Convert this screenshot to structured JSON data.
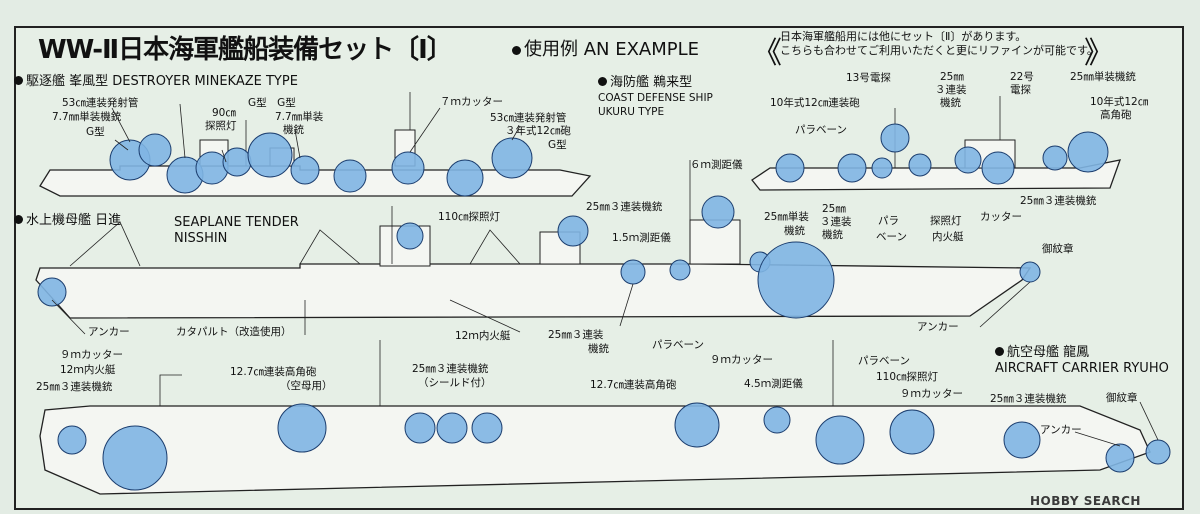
{
  "header": {
    "title": "WW-Ⅱ日本海軍艦船装備セット〔Ⅰ〕",
    "example_label": "使用例 AN EXAMPLE",
    "note_line1": "日本海軍艦船用には他にセット〔Ⅱ〕があります。",
    "note_line2": "こちらも合わせてご利用いただくと更にリファインが可能です。"
  },
  "ships": {
    "minekaze": {
      "title": "駆逐艦 峯風型 DESTROYER MINEKAZE TYPE"
    },
    "ukuru": {
      "title_jp": "海防艦 鵜来型",
      "title_en1": "COAST DEFENSE SHIP",
      "title_en2": "UKURU TYPE"
    },
    "nisshin": {
      "title_jp": "水上機母艦 日進",
      "title_en1": "SEAPLANE TENDER",
      "title_en2": "NISSHIN"
    },
    "ryuho": {
      "title_jp": "航空母艦 龍鳳",
      "title_en": "AIRCRAFT CARRIER RYUHO"
    }
  },
  "labels": {
    "mk_torp1": "53㎝連装発射管",
    "mk_mg1": "7.7㎜単装機銃",
    "mk_g1": "G型",
    "mk_search": "90㎝",
    "mk_search2": "探照灯",
    "mk_gg": "G型　G型",
    "mk_mg2": "7.7㎜単装",
    "mk_mg2b": "機銃",
    "mk_cutter": "７ｍカッター",
    "mk_torp2": "53㎝連装発射管",
    "mk_gun": "３年式12㎝砲",
    "mk_g2": "G型",
    "uk_radar13": "13号電探",
    "uk_25triple_top1": "25㎜",
    "uk_25triple_top2": "３連装",
    "uk_25triple_top3": "機銃",
    "uk_radar22a": "22号",
    "uk_radar22b": "電探",
    "uk_25single": "25㎜単装機銃",
    "uk_12aa_a": "10年式12㎝",
    "uk_12aa_b": "高角砲",
    "uk_12twin": "10年式12㎝連装砲",
    "uk_paravane": "パラベーン",
    "uk_25triple_bot1": "25㎜",
    "uk_25triple_bot2": "３連装",
    "uk_25triple_bot3": "機銃",
    "uk_para2a": "パラ",
    "uk_para2b": "ベーン",
    "uk_searchlight": "探照灯",
    "uk_motorboat": "内火艇",
    "uk_cutter": "カッター",
    "uk_25triple_right": "25㎜３連装機銃",
    "ns_110": "110㎝探照灯",
    "ns_25triple": "25㎜３連装機銃",
    "ns_6m": "６ｍ測距儀",
    "ns_15m": "1.5ｍ測距儀",
    "ns_25single1": "25㎜単装",
    "ns_25single2": "機銃",
    "ns_crest": "御紋章",
    "ns_anchor_l": "アンカー",
    "ns_catapult": "カタパルト（改造使用）",
    "ns_12boat": "12ｍ内火艇",
    "ns_25t1": "25㎜３連装",
    "ns_25t2": "機銃",
    "ns_paravane": "パラベーン",
    "ns_9cutter": "９ｍカッター",
    "ns_anchor_r": "アンカー",
    "ry_9cutter": "９ｍカッター",
    "ry_12boat": "12ｍ内火艇",
    "ry_25triple": "25㎜３連装機銃",
    "ry_127a": "12.7㎝連装高角砲",
    "ry_127a2": "（空母用）",
    "ry_25shield1": "25㎜３連装機銃",
    "ry_25shield2": "（シールド付）",
    "ry_127b": "12.7㎝連装高角砲",
    "ry_45m": "4.5ｍ測距儀",
    "ry_paravane": "パラベーン",
    "ry_110": "110㎝探照灯",
    "ry_9cutter2": "９ｍカッター",
    "ry_25t_right": "25㎜３連装機銃",
    "ry_crest": "御紋章",
    "ry_anchor": "アンカー"
  },
  "watermark": "HOBBY SEARCH",
  "colors": {
    "circle": "#7fb5e3",
    "background": "#e6efe6",
    "ink": "#111111"
  }
}
